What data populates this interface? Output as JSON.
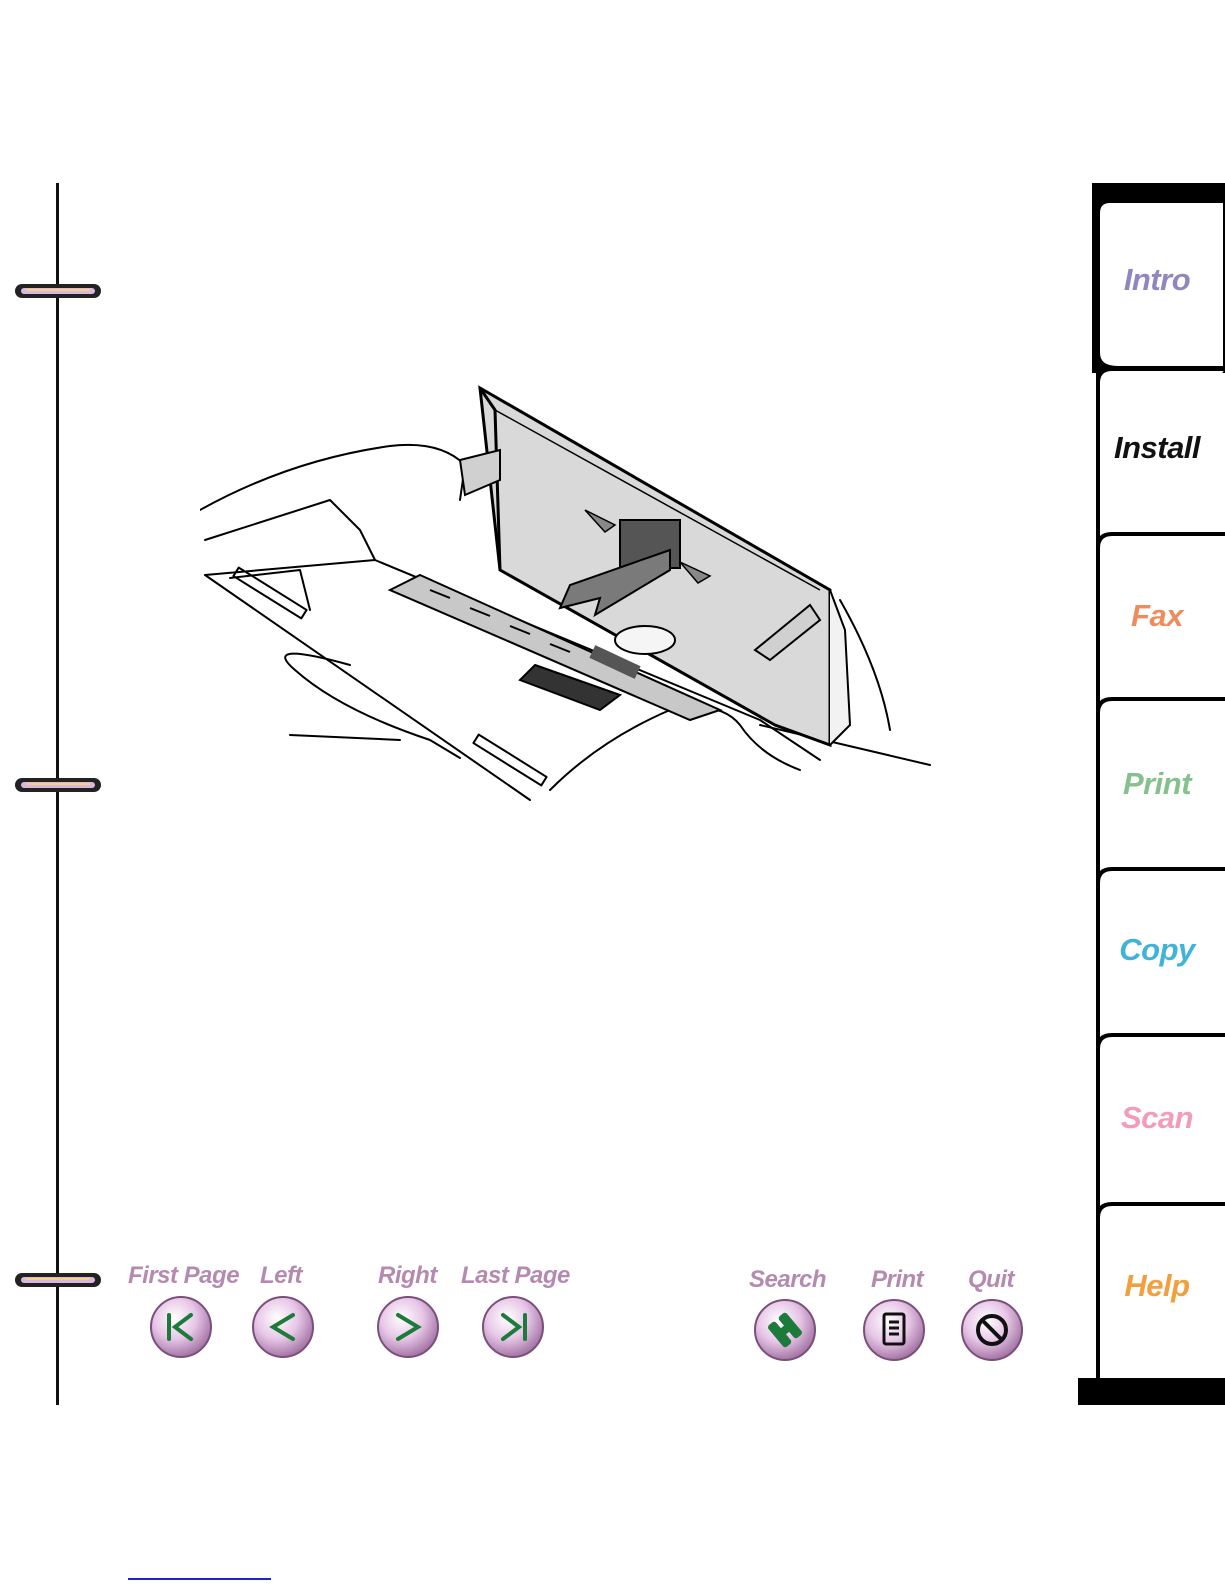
{
  "nav": {
    "first_page": "First Page",
    "left": "Left",
    "right": "Right",
    "last_page": "Last Page",
    "search": "Search",
    "print": "Print",
    "quit": "Quit"
  },
  "tabs": [
    {
      "label": "Intro",
      "color": "#8f86c2"
    },
    {
      "label": "Install",
      "color": "#111111"
    },
    {
      "label": "Fax",
      "color": "#ee8c5e"
    },
    {
      "label": "Print",
      "color": "#85c08d"
    },
    {
      "label": "Copy",
      "color": "#3fb4d8"
    },
    {
      "label": "Scan",
      "color": "#f39bbb"
    },
    {
      "label": "Help",
      "color": "#f1a03d"
    }
  ],
  "colors": {
    "nav_label": "#b48ab0",
    "nav_arrow": "#1c7b3a",
    "accent_rule": "#2222cc"
  }
}
